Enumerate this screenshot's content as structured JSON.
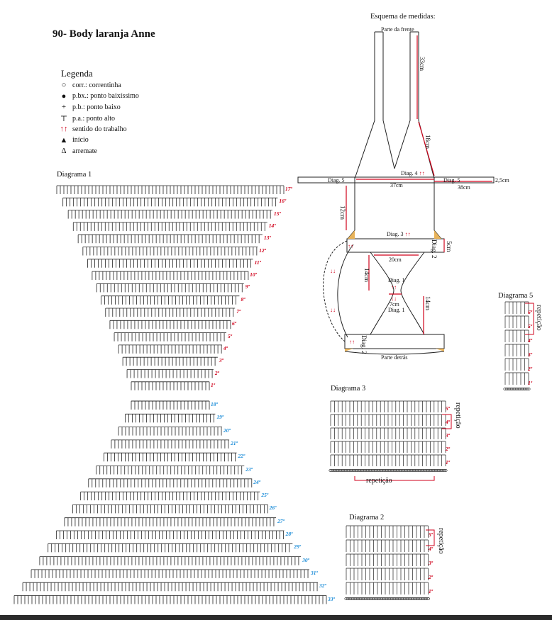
{
  "title": "90- Body laranja Anne",
  "legend": {
    "heading": "Legenda",
    "items": [
      {
        "symbol": "○",
        "icon": "chain-icon",
        "label": "corr.: correntinha"
      },
      {
        "symbol": "●",
        "icon": "slip-stitch-icon",
        "label": "p.bx.: ponto baixíssimo"
      },
      {
        "symbol": "+",
        "icon": "single-crochet-icon",
        "label": "p.b.: ponto baixo"
      },
      {
        "symbol": "⊤",
        "icon": "double-crochet-icon",
        "label": "p.a.: ponto alto"
      },
      {
        "symbol": "↑↑",
        "icon": "direction-arrows-icon",
        "label": "sentido do trabalho"
      },
      {
        "symbol": "▲",
        "icon": "start-icon",
        "label": "início"
      },
      {
        "symbol": "Δ",
        "icon": "finish-icon",
        "label": "arremate"
      }
    ]
  },
  "schema": {
    "heading": "Esquema de medidas:",
    "front": "Parte da frente",
    "back": "Parte detrás",
    "m_33": "33cm",
    "m_18": "18cm",
    "m_25": "2,5cm",
    "m_37": "37cm",
    "m_38": "38cm",
    "m_12": "12cm",
    "m_5": "5cm",
    "m_20": "20cm",
    "m_14a": "14cm",
    "m_14b": "14cm",
    "m_7": "7cm",
    "diag4": "Diag. 4",
    "diag5l": "Diag. 5",
    "diag5r": "Diag. 5",
    "diag3": "Diag. 3",
    "diag2a": "Diag. 2",
    "diag2b": "Diag. 2",
    "diag1a": "Diag. 1",
    "diag1b": "Diag. 1",
    "arrows_up": "↑↑",
    "arrows_down": "↓↓"
  },
  "diagram1": {
    "heading": "Diagrama 1",
    "rows_top": [
      "17ª",
      "16ª",
      "15ª",
      "14ª",
      "13ª",
      "12ª",
      "11ª",
      "10ª",
      "9ª",
      "8ª",
      "7ª",
      "6ª",
      "5ª",
      "4ª",
      "3ª",
      "2ª",
      "1ª"
    ],
    "rows_bottom": [
      "18ª",
      "19ª",
      "20ª",
      "21ª",
      "22ª",
      "23ª",
      "24ª",
      "25ª",
      "26ª",
      "27ª",
      "28ª",
      "29ª",
      "30ª",
      "31ª",
      "32ª",
      "33ª"
    ]
  },
  "diagram5": {
    "heading": "Diagrama 5",
    "repeat": "repetição",
    "rows": [
      "6ª",
      "5ª",
      "4ª",
      "3ª",
      "2ª",
      "1ª"
    ]
  },
  "diagram3": {
    "heading": "Diagrama 3",
    "repeat_side": "repetição",
    "repeat_bottom": "repetição",
    "rows": [
      "5ª",
      "4ª",
      "3ª",
      "2ª",
      "1ª"
    ]
  },
  "diagram2": {
    "heading": "Diagrama 2",
    "repeat": "repetição",
    "rows": [
      "5ª",
      "4ª",
      "3ª",
      "2ª",
      "1ª"
    ]
  },
  "colors": {
    "accent_red": "#d0021b",
    "accent_blue": "#1a8cd8",
    "tan": "#e8b35a"
  }
}
